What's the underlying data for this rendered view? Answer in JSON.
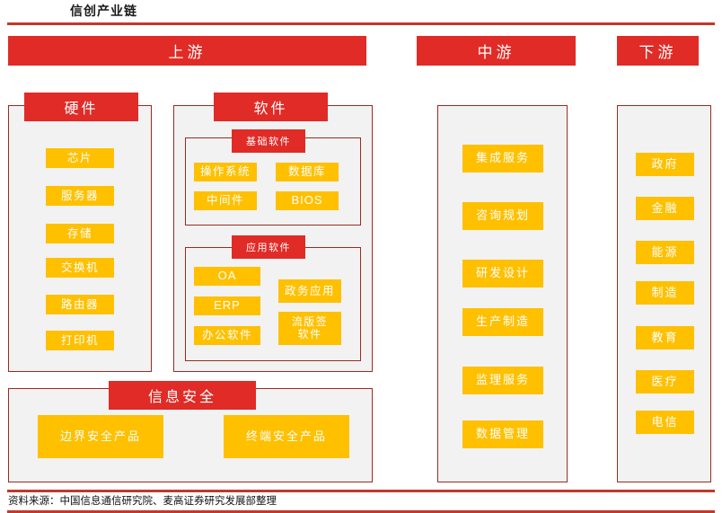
{
  "figure": {
    "title": "信创产业链",
    "source": "资料来源：中国信息通信研究院、麦高证券研究发展部整理"
  },
  "colors": {
    "red": "#E02B27",
    "dark_red_border": "#9C2A20",
    "rule_red": "#c0392b",
    "yellow": "#FFC000",
    "panel_gray": "#F2F2F2",
    "text_white": "#FFFFFF"
  },
  "stages": {
    "upstream": {
      "label": "上游"
    },
    "midstream": {
      "label": "中游"
    },
    "downstream": {
      "label": "下游"
    }
  },
  "upstream": {
    "hardware": {
      "label": "硬件",
      "items": [
        "芯片",
        "服务器",
        "存储",
        "交换机",
        "路由器",
        "打印机"
      ]
    },
    "software": {
      "label": "软件",
      "basic": {
        "label": "基础软件",
        "items": [
          "操作系统",
          "数据库",
          "中间件",
          "BIOS"
        ]
      },
      "application": {
        "label": "应用软件",
        "left_items": [
          "OA",
          "ERP",
          "办公软件"
        ],
        "right_items": [
          "政务应用",
          "流版签\n软件"
        ]
      }
    },
    "security": {
      "label": "信息安全",
      "items": [
        "边界安全产品",
        "终端安全产品"
      ]
    }
  },
  "midstream": {
    "items": [
      "集成服务",
      "咨询规划",
      "研发设计",
      "生产制造",
      "监理服务",
      "数据管理"
    ]
  },
  "downstream": {
    "items": [
      "政府",
      "金融",
      "能源",
      "制造",
      "教育",
      "医疗",
      "电信"
    ]
  }
}
